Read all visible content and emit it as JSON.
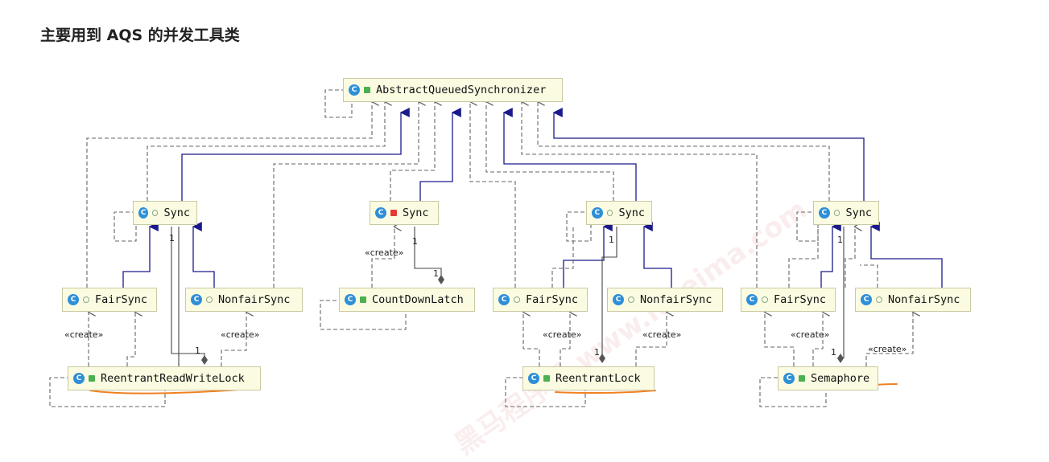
{
  "title": "主要用到 AQS 的并发工具类",
  "nodes": {
    "aqs": "AbstractQueuedSynchronizer",
    "sync1": "Sync",
    "sync2": "Sync",
    "sync3": "Sync",
    "sync4": "Sync",
    "fair1": "FairSync",
    "nonfair1": "NonfairSync",
    "cdl": "CountDownLatch",
    "fair3": "FairSync",
    "nonfair3": "NonfairSync",
    "fair4": "FairSync",
    "nonfair4": "NonfairSync",
    "rrwl": "ReentrantReadWriteLock",
    "rl": "ReentrantLock",
    "sem": "Semaphore"
  },
  "class_icon": "C",
  "labels": {
    "create": "«create»",
    "one": "1"
  },
  "colors": {
    "node_bg": "#fbfbe2",
    "inherit_line": "#1a1a8c",
    "dashed_line": "#666666",
    "underline": "#f08020"
  },
  "watermark": "黑马程序员 www.itheima.com"
}
